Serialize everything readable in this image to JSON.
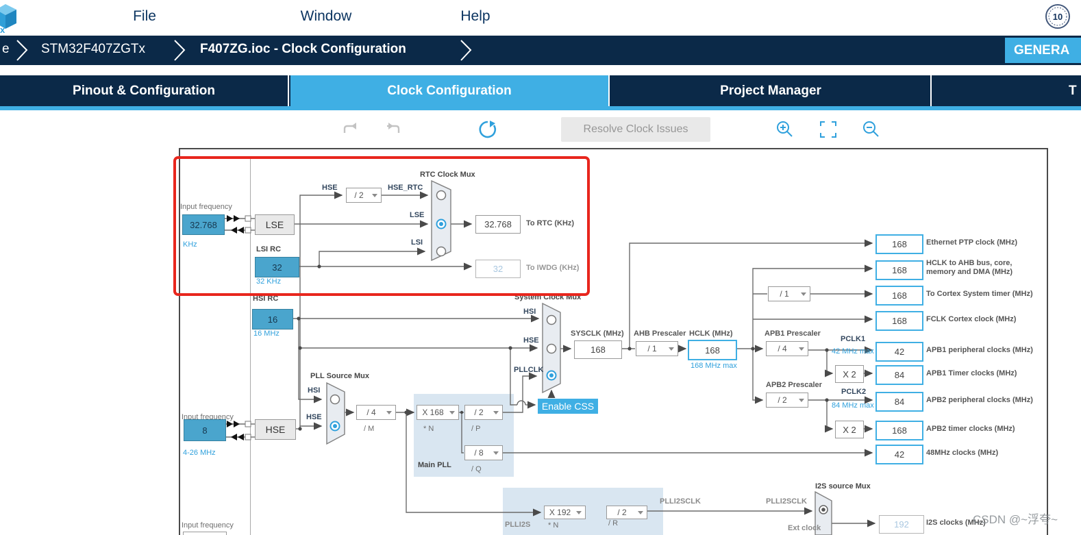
{
  "window": {
    "menu": [
      "File",
      "Window",
      "Help"
    ],
    "badge": "10",
    "logo_partial": "x"
  },
  "breadcrumb": {
    "home_tail": "e",
    "device": "STM32F407ZGTx",
    "file": "F407ZG.ioc - Clock Configuration",
    "generate": "GENERA"
  },
  "tabs": {
    "pinout": "Pinout & Configuration",
    "clock": "Clock Configuration",
    "project": "Project Manager",
    "tools_partial": "T"
  },
  "toolbar": {
    "resolve": "Resolve Clock Issues"
  },
  "diagram": {
    "lse": {
      "input_label": "Input frequency",
      "value": "32.768",
      "unit": "KHz",
      "osc": "LSE"
    },
    "hse_rtc_div": {
      "src": "HSE",
      "value": "/ 2",
      "out": "HSE_RTC"
    },
    "rtc_mux": {
      "title": "RTC Clock Mux",
      "in_lse": "LSE",
      "in_lsi": "LSI",
      "rtc_value": "32.768",
      "rtc_label": "To RTC (KHz)",
      "iwdg_value": "32",
      "iwdg_label": "To IWDG (KHz)"
    },
    "lsi": {
      "title": "LSI RC",
      "value": "32",
      "unit": "32 KHz"
    },
    "hsi": {
      "title": "HSI RC",
      "value": "16",
      "unit": "16 MHz"
    },
    "hse": {
      "input_label": "Input frequency",
      "value": "8",
      "unit": "4-26 MHz",
      "osc": "HSE"
    },
    "pll_mux": {
      "title": "PLL Source Mux",
      "in_hsi": "HSI",
      "in_hse": "HSE"
    },
    "div_m": {
      "value": "/ 4",
      "label": "/ M"
    },
    "main_pll": {
      "title": "Main PLL",
      "n": "X 168",
      "n_label": "* N",
      "p": "/ 2",
      "p_label": "/ P",
      "q": "/ 8",
      "q_label": "/ Q"
    },
    "sys_mux": {
      "title": "System Clock Mux",
      "in_hsi": "HSI",
      "in_hse": "HSE",
      "in_pll": "PLLCLK",
      "css": "Enable CSS"
    },
    "sysclk": {
      "label": "SYSCLK (MHz)",
      "value": "168"
    },
    "ahb": {
      "label": "AHB Prescaler",
      "value": "/ 1"
    },
    "hclk": {
      "label": "HCLK (MHz)",
      "value": "168",
      "max": "168 MHz max"
    },
    "cortex_div": "/ 1",
    "apb1": {
      "label": "APB1 Prescaler",
      "value": "/ 4",
      "pclk": "PCLK1",
      "max": "42 MHz max",
      "x2": "X 2"
    },
    "apb2": {
      "label": "APB2 Prescaler",
      "value": "/ 2",
      "pclk": "PCLK2",
      "max": "84 MHz max",
      "x2": "X 2"
    },
    "plli2s": {
      "title": "PLLI2S",
      "n": "X 192",
      "n_label": "* N",
      "r": "/ 2",
      "r_label": "/ R",
      "out": "PLLI2SCLK"
    },
    "i2s_mux": {
      "title": "I2S source Mux",
      "in_pll": "PLLI2SCLK",
      "in_ext": "Ext clock"
    },
    "bottom_input": {
      "label": "Input frequency"
    },
    "outputs": [
      {
        "value": "168",
        "label": "Ethernet PTP clock (MHz)"
      },
      {
        "value": "168",
        "label": "HCLK to AHB bus, core,",
        "label2": "memory and DMA (MHz)"
      },
      {
        "value": "168",
        "label": "To Cortex System timer (MHz)"
      },
      {
        "value": "168",
        "label": "FCLK Cortex clock (MHz)"
      },
      {
        "value": "42",
        "label": "APB1 peripheral clocks (MHz)"
      },
      {
        "value": "84",
        "label": "APB1 Timer clocks (MHz)"
      },
      {
        "value": "84",
        "label": "APB2 peripheral clocks (MHz)"
      },
      {
        "value": "168",
        "label": "APB2 timer clocks (MHz)"
      },
      {
        "value": "42",
        "label": "48MHz clocks (MHz)"
      },
      {
        "value": "192",
        "label": "I2S clocks (MHz)"
      }
    ]
  },
  "watermark": "CSDN @~浮夸~"
}
